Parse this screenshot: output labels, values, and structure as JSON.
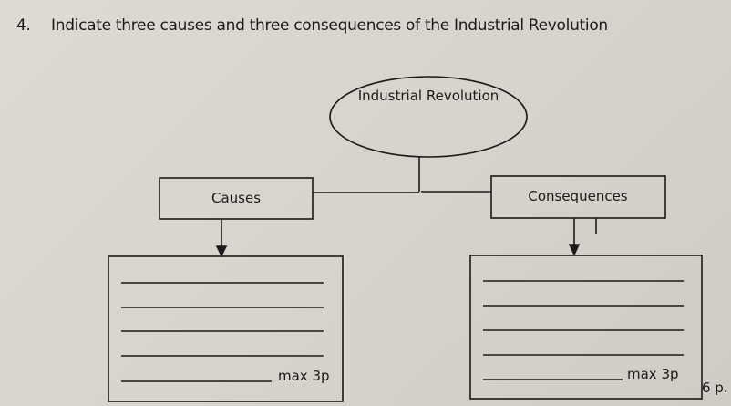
{
  "question": {
    "number": "4.",
    "text": "Indicate three causes and three consequences of the Industrial Revolution"
  },
  "diagram": {
    "center_label": "Industrial Revolution",
    "causes_label": "Causes",
    "consequences_label": "Consequences",
    "causes_points": "max 3p",
    "consequences_points": "max 3p",
    "total_points": "6 p."
  }
}
